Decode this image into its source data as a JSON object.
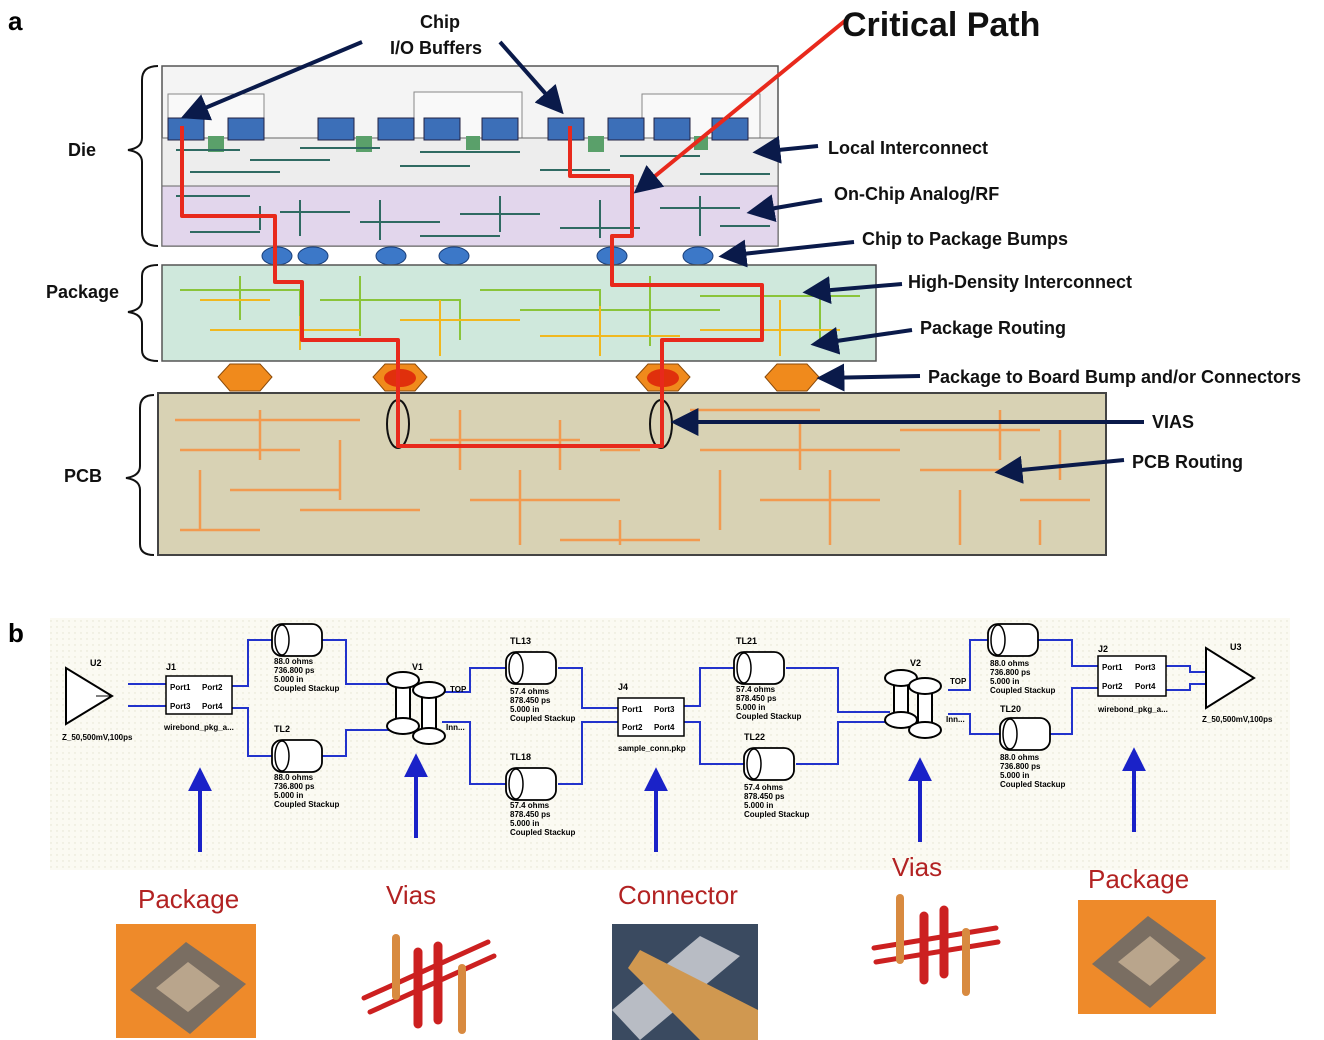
{
  "panel_a": {
    "letter": "a",
    "title": "Critical Path",
    "chip_label_line1": "Chip",
    "chip_label_line2": "I/O Buffers",
    "layers": {
      "die": "Die",
      "package": "Package",
      "pcb": "PCB"
    },
    "callouts": {
      "local_interconnect": "Local Interconnect",
      "on_chip_analog": "On-Chip Analog/RF",
      "chip_to_package": "Chip to Package Bumps",
      "high_density": "High-Density Interconnect",
      "package_routing": "Package Routing",
      "package_to_board": "Package to Board Bump and/or Connectors",
      "vias": "VIAS",
      "pcb_routing": "PCB Routing"
    },
    "colors": {
      "critical_path": "#e8291c",
      "arrow": "#0a1a4a",
      "die": "#f0f0f0",
      "package": "#cfe8dc",
      "pcb": "#d8d2b4",
      "bump": "#3c78c8",
      "board_bump": "#f08a1c"
    }
  },
  "panel_b": {
    "letter": "b",
    "u2": {
      "name": "U2",
      "spec": "Z_50,500mV,100ps"
    },
    "j1": {
      "name": "J1",
      "p1": "Port1",
      "p2": "Port2",
      "p3": "Port3",
      "p4": "Port4",
      "sub": "wirebond_pkg_a..."
    },
    "tl_a": {
      "name": "",
      "spec": [
        "88.0 ohms",
        "736.800 ps",
        "5.000 in",
        "Coupled Stackup"
      ]
    },
    "tl2": {
      "name": "TL2",
      "spec": [
        "88.0 ohms",
        "736.800 ps",
        "5.000 in",
        "Coupled Stackup"
      ]
    },
    "v1": {
      "name": "V1",
      "top": "TOP",
      "inn": "Inn..."
    },
    "tl13": {
      "name": "TL13",
      "spec": [
        "57.4 ohms",
        "878.450 ps",
        "5.000 in",
        "Coupled Stackup"
      ]
    },
    "tl18": {
      "name": "TL18",
      "spec": [
        "57.4 ohms",
        "878.450 ps",
        "5.000 in",
        "Coupled Stackup"
      ]
    },
    "j4": {
      "name": "J4",
      "p1": "Port1",
      "p2": "Port2",
      "p3": "Port3",
      "p4": "Port4",
      "sub": "sample_conn.pkp"
    },
    "tl21": {
      "name": "TL21",
      "spec": [
        "57.4 ohms",
        "878.450 ps",
        "5.000 in",
        "Coupled Stackup"
      ]
    },
    "tl22": {
      "name": "TL22",
      "spec": [
        "57.4 ohms",
        "878.450 ps",
        "5.000 in",
        "Coupled Stackup"
      ]
    },
    "v2": {
      "name": "V2",
      "top": "TOP",
      "inn": "Inn..."
    },
    "tl_b": {
      "name": "",
      "spec": [
        "88.0 ohms",
        "736.800 ps",
        "5.000 in",
        "Coupled Stackup"
      ]
    },
    "tl20": {
      "name": "TL20",
      "spec": [
        "88.0 ohms",
        "736.800 ps",
        "5.000 in",
        "Coupled Stackup"
      ]
    },
    "j2": {
      "name": "J2",
      "p1": "Port1",
      "p2": "Port2",
      "p3": "Port3",
      "p4": "Port4",
      "sub": "wirebond_pkg_a..."
    },
    "u3": {
      "name": "U3",
      "spec": "Z_50,500mV,100ps"
    },
    "captions": {
      "package1": "Package",
      "vias1": "Vias",
      "connector": "Connector",
      "vias2": "Vias",
      "package2": "Package"
    },
    "colors": {
      "wire": "#2233cc",
      "caption": "#b22222",
      "up_arrow": "#1a22c8"
    }
  }
}
